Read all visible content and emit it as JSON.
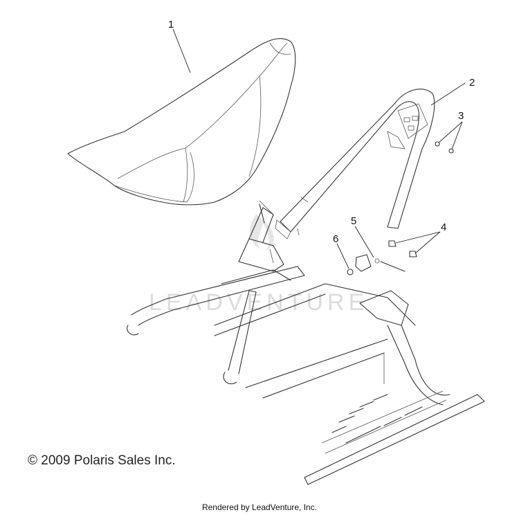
{
  "callouts": {
    "c1": "1",
    "c2": "2",
    "c3": "3",
    "c4": "4",
    "c5": "5",
    "c6": "6"
  },
  "copyright": "© 2009 Polaris Sales Inc.",
  "watermark": "LEADVENTURE",
  "rendered_by": "Rendered by LeadVenture, Inc."
}
